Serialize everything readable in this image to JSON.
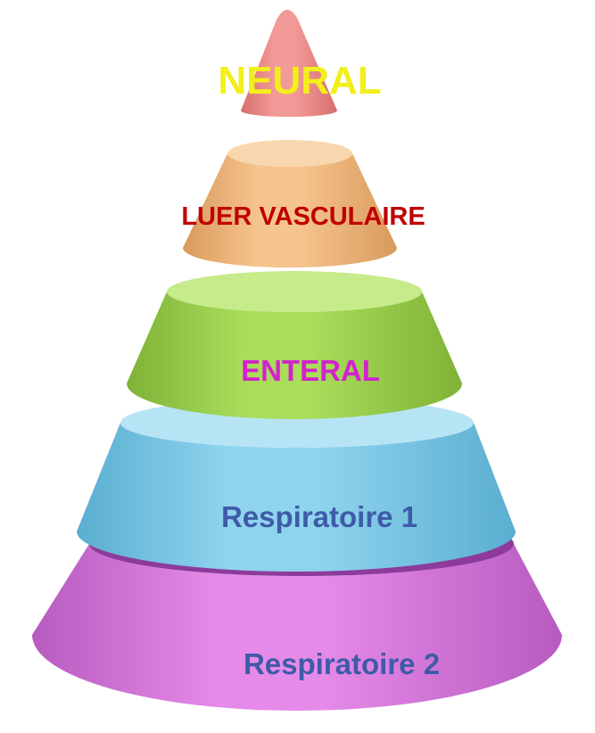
{
  "diagram": {
    "type": "stacked-cone-pyramid",
    "tiers": [
      {
        "label": "NEURAL",
        "label_color": "#f2ef1a",
        "body_color": "#f29a98",
        "shade_color": "#d8706f",
        "top_color": "#f7c0bd"
      },
      {
        "label": "LUER VASCULAIRE",
        "label_color": "#c00000",
        "body_color": "#f6c48e",
        "shade_color": "#d99a5c",
        "top_color": "#f9d7ae"
      },
      {
        "label": "ENTERAL",
        "label_color": "#d321d0",
        "body_color": "#a9dd5a",
        "shade_color": "#7fb236",
        "top_color": "#c6eb8a"
      },
      {
        "label": "Respiratoire 1",
        "label_color": "#3e5ba8",
        "body_color": "#8fd4ee",
        "shade_color": "#5aaed0",
        "top_color": "#b6e4f5"
      },
      {
        "label": "Respiratoire 2",
        "label_color": "#3e5ba8",
        "body_color": "#e58ae8",
        "shade_color": "#b75bc0",
        "top_color": "#8d3a9c"
      }
    ]
  }
}
